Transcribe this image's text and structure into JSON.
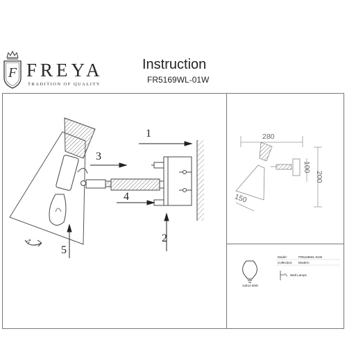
{
  "brand": {
    "monogram": "F",
    "name": "FREYA",
    "tagline": "TRADITION OF QUALITY"
  },
  "header": {
    "title": "Instruction",
    "model_code": "FR5169WL-01W"
  },
  "steps": {
    "s1": "1",
    "s2": "2",
    "s3": "3",
    "s4": "4",
    "s5": "5"
  },
  "dimensions": {
    "width": "280",
    "height": "200",
    "plate": "100",
    "shade": "150"
  },
  "info_box": {
    "model_label": "Model:",
    "model_value": "FR5169WL-01W",
    "collection_label": "Collection:",
    "collection_value": "Modern",
    "type_label": "Wall Lamps",
    "bulb_spec": "1xE14 60W"
  }
}
